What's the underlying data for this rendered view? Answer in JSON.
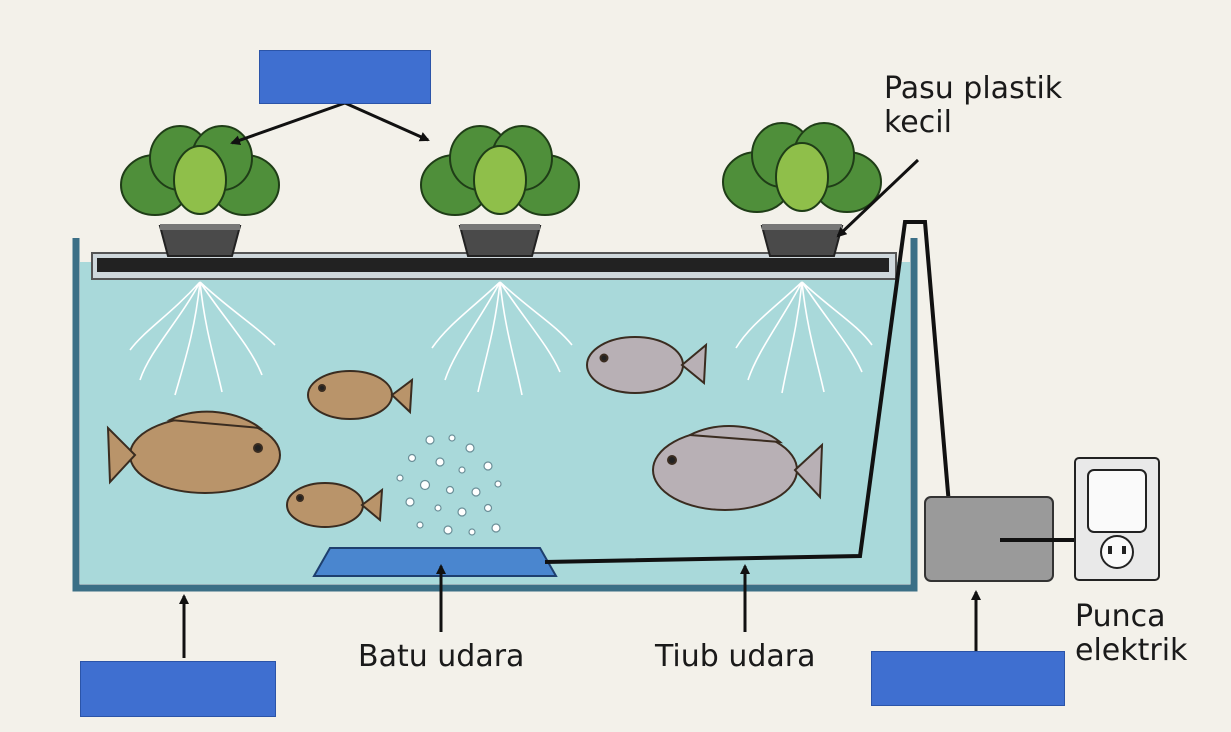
{
  "labels": {
    "small_pot_line1": "Pasu plastik",
    "small_pot_line2": "kecil",
    "air_stone": "Batu udara",
    "air_tube": "Tiub udara",
    "power_line1": "Punca",
    "power_line2": "elektrik"
  },
  "colors": {
    "water": "#a9d9da",
    "tank_wall": "#3b6f86",
    "blank_box": "#3f6fd0",
    "leaf": "#4f8f3a",
    "pot": "#4a4a4a",
    "air_stone": "#4a86cf",
    "pump": "#9a9a9a"
  },
  "blanks": [
    {
      "id": "blank-plants"
    },
    {
      "id": "blank-tank"
    },
    {
      "id": "blank-pump"
    }
  ]
}
